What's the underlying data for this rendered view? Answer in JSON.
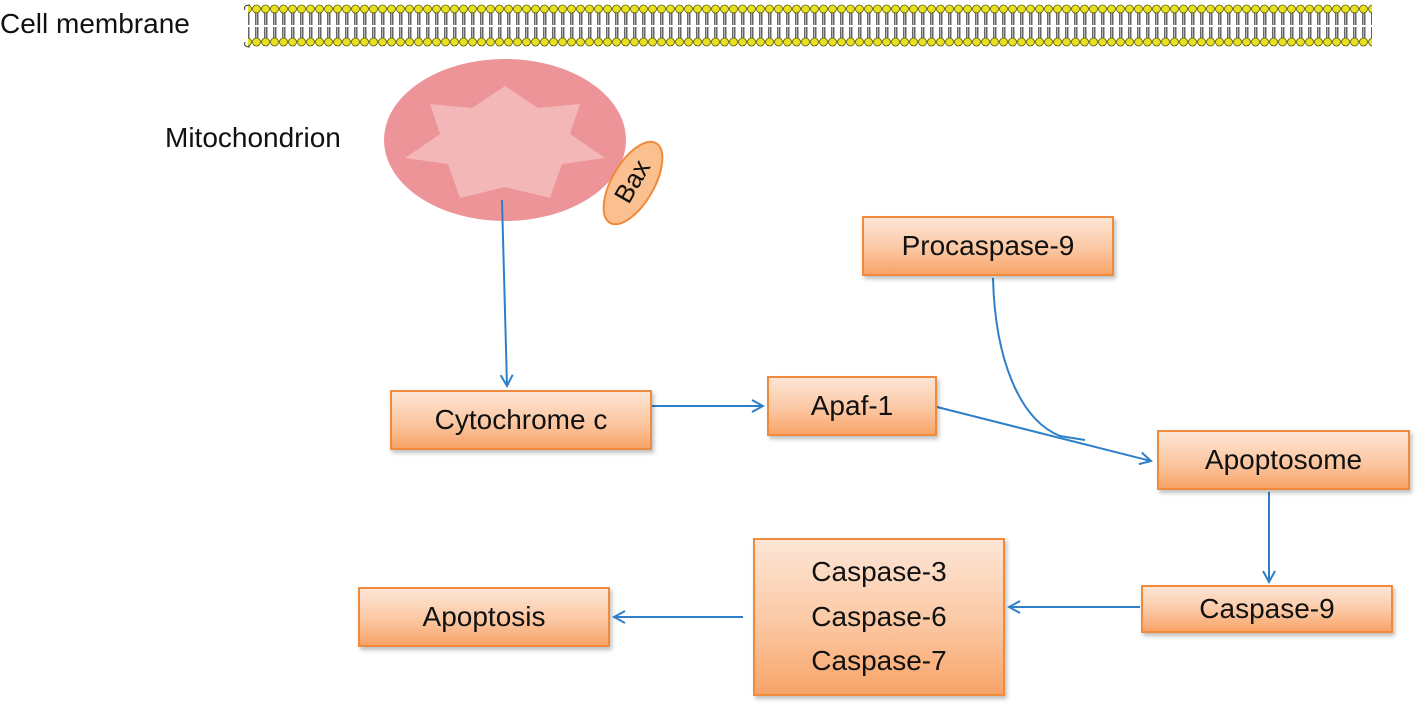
{
  "labels": {
    "cell_membrane": "Cell membrane",
    "mitochondrion": "Mitochondrion",
    "bax": "Bax"
  },
  "nodes": {
    "cytochrome_c": "Cytochrome c",
    "apaf1": "Apaf-1",
    "procaspase9": "Procaspase-9",
    "apoptosome": "Apoptosome",
    "caspase9": "Caspase-9",
    "effector_caspases": [
      "Caspase-3",
      "Caspase-6",
      "Caspase-7"
    ],
    "apoptosis": "Apoptosis"
  },
  "colors": {
    "arrow": "#2f7fc8",
    "box_border": "#f08a3c",
    "mitochondrion": "#ec9497",
    "membrane_head": "#e8e020"
  }
}
